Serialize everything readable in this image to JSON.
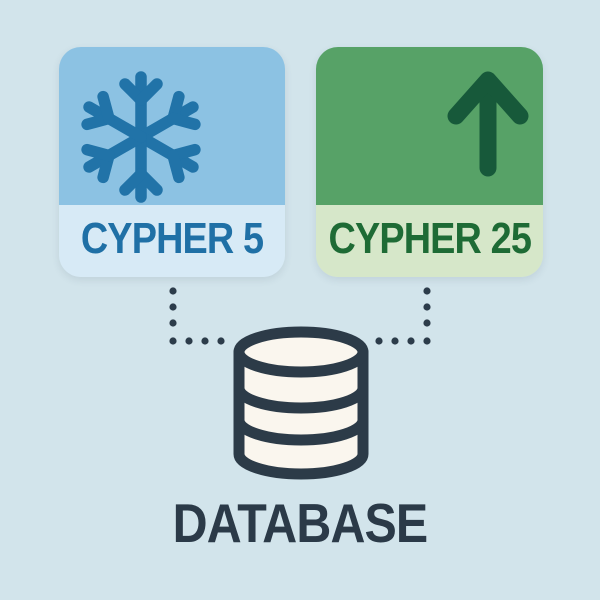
{
  "diagram": {
    "nodes": [
      {
        "id": "cypher5",
        "label": "CYPHER 5",
        "icon": "snowflake-icon"
      },
      {
        "id": "cypher25",
        "label": "CYPHER 25",
        "icon": "arrow-up-icon"
      },
      {
        "id": "database",
        "label": "DATABASE",
        "icon": "database-cylinder-icon"
      }
    ],
    "connectors": [
      {
        "from": "cypher5",
        "to": "database",
        "style": "dotted-elbow"
      },
      {
        "from": "cypher25",
        "to": "database",
        "style": "dotted-elbow"
      }
    ]
  },
  "colors": {
    "background": "#D2E4EB",
    "cypher5-icon-bg": "#8CC2E3",
    "cypher5-label-bg": "#D7EAF6",
    "cypher5-text": "#1F70A6",
    "snowflake": "#2173A8",
    "cypher25-icon-bg": "#57A267",
    "cypher25-label-bg": "#D6E7C9",
    "cypher25-text": "#1E6B35",
    "arrow": "#17593A",
    "connector-dot": "#2C3C4A",
    "database-stroke": "#2C3B48",
    "database-fill": "#FAF6EE",
    "database-text": "#2B3A48"
  }
}
